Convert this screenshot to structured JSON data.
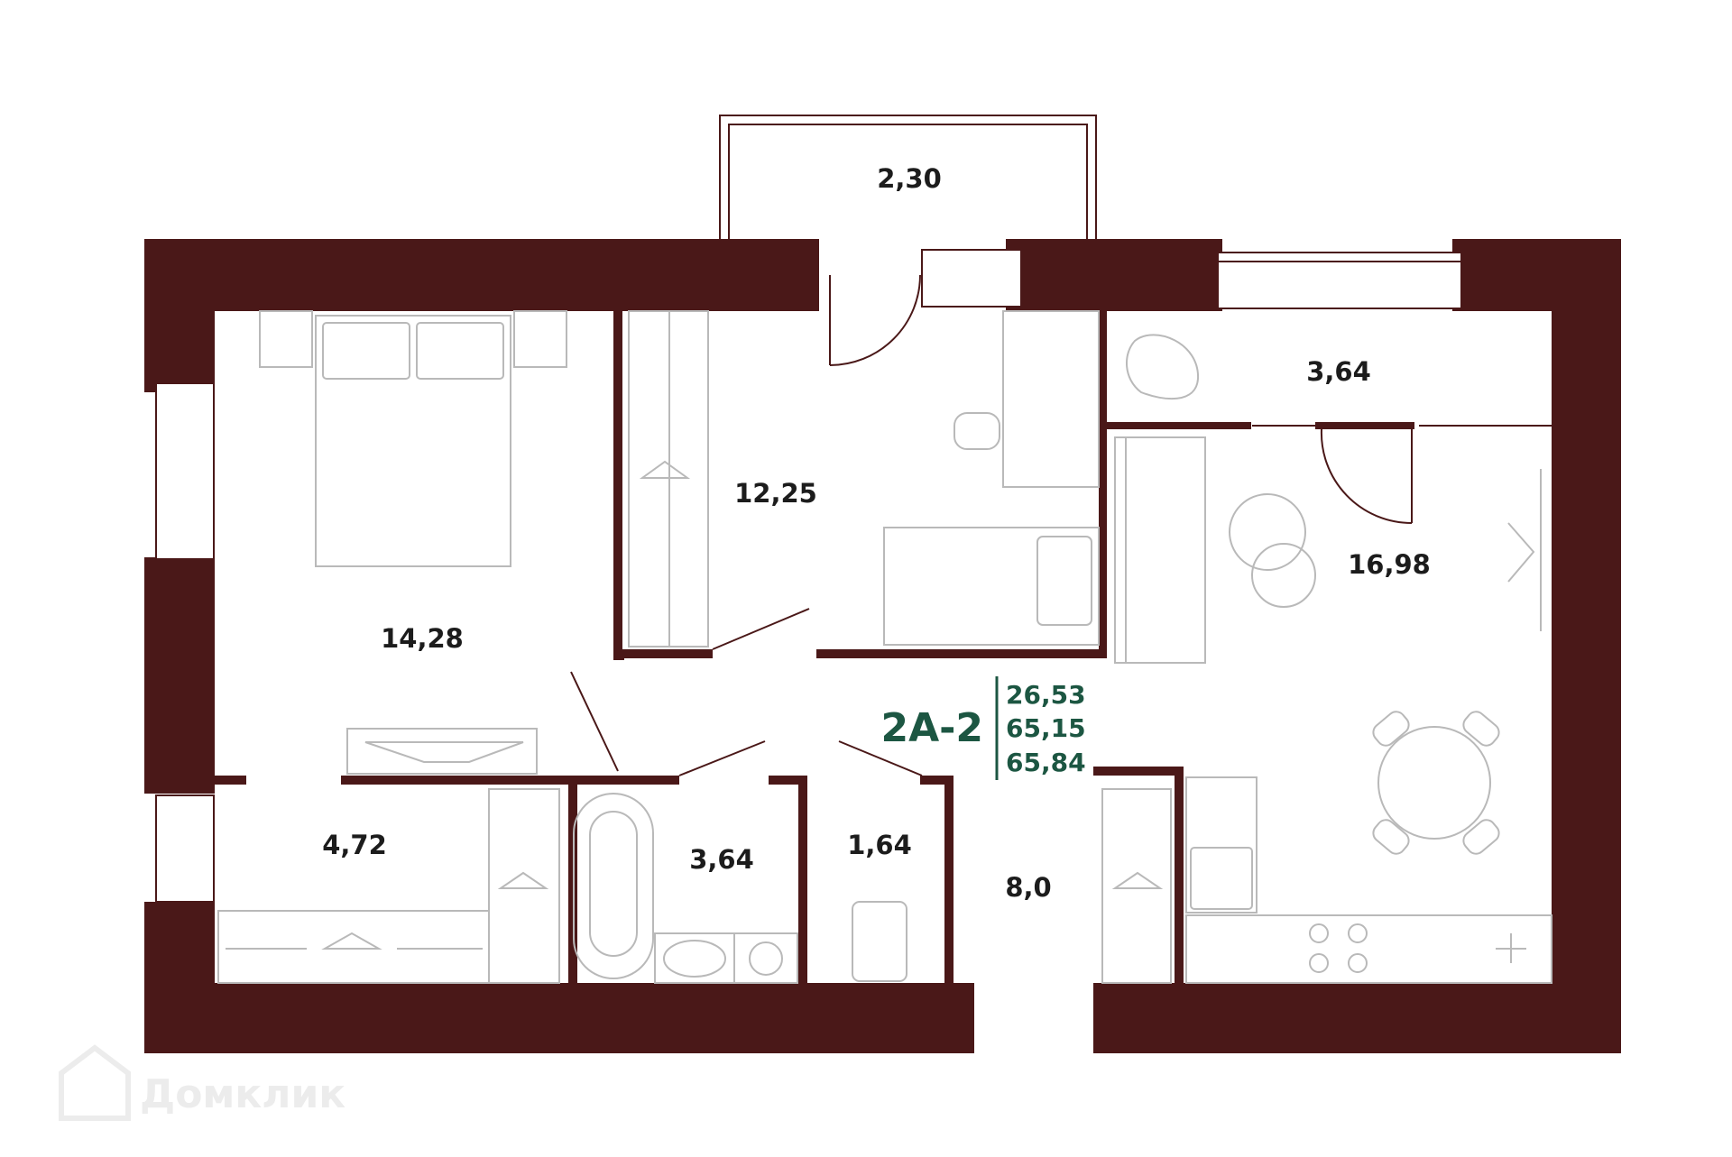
{
  "plan": {
    "code": "2А-2",
    "stats": [
      "26,53",
      "65,15",
      "65,84"
    ],
    "watermark": "Домклик",
    "colors": {
      "wall": "#4a1818",
      "accent": "#1c5642",
      "furniture": "#b9b9b9"
    },
    "rooms": {
      "balcony": "2,30",
      "living_room": "12,25",
      "bedroom": "14,28",
      "wardrobe": "4,72",
      "bathroom": "3,64",
      "wc": "1,64",
      "hall": "8,0",
      "storage": "3,64",
      "kitchen_living": "16,98"
    }
  }
}
